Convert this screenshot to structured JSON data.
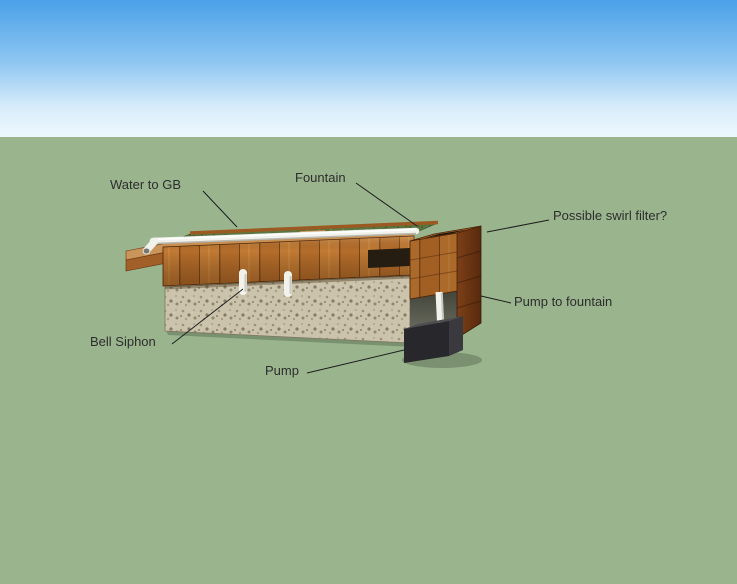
{
  "labels": {
    "water_to_gb": "Water to GB",
    "fountain": "Fountain",
    "swirl_filter": "Possible swirl filter?",
    "pump_to_fountain": "Pump to fountain",
    "bell_siphon": "Bell Siphon",
    "pump": "Pump"
  },
  "colors": {
    "sky_top": "#4aa0e8",
    "sky_horizon": "#eef8fd",
    "ground_green": "#9ab58e",
    "wood_light": "#c17a33",
    "wood_dark": "#6b3a16",
    "concrete": "#cbc3ab",
    "growbed_green": "#5a7540",
    "pvc_white": "#f2f2ed",
    "pump_body": "#28282c",
    "label_text": "#2d2d2d"
  }
}
